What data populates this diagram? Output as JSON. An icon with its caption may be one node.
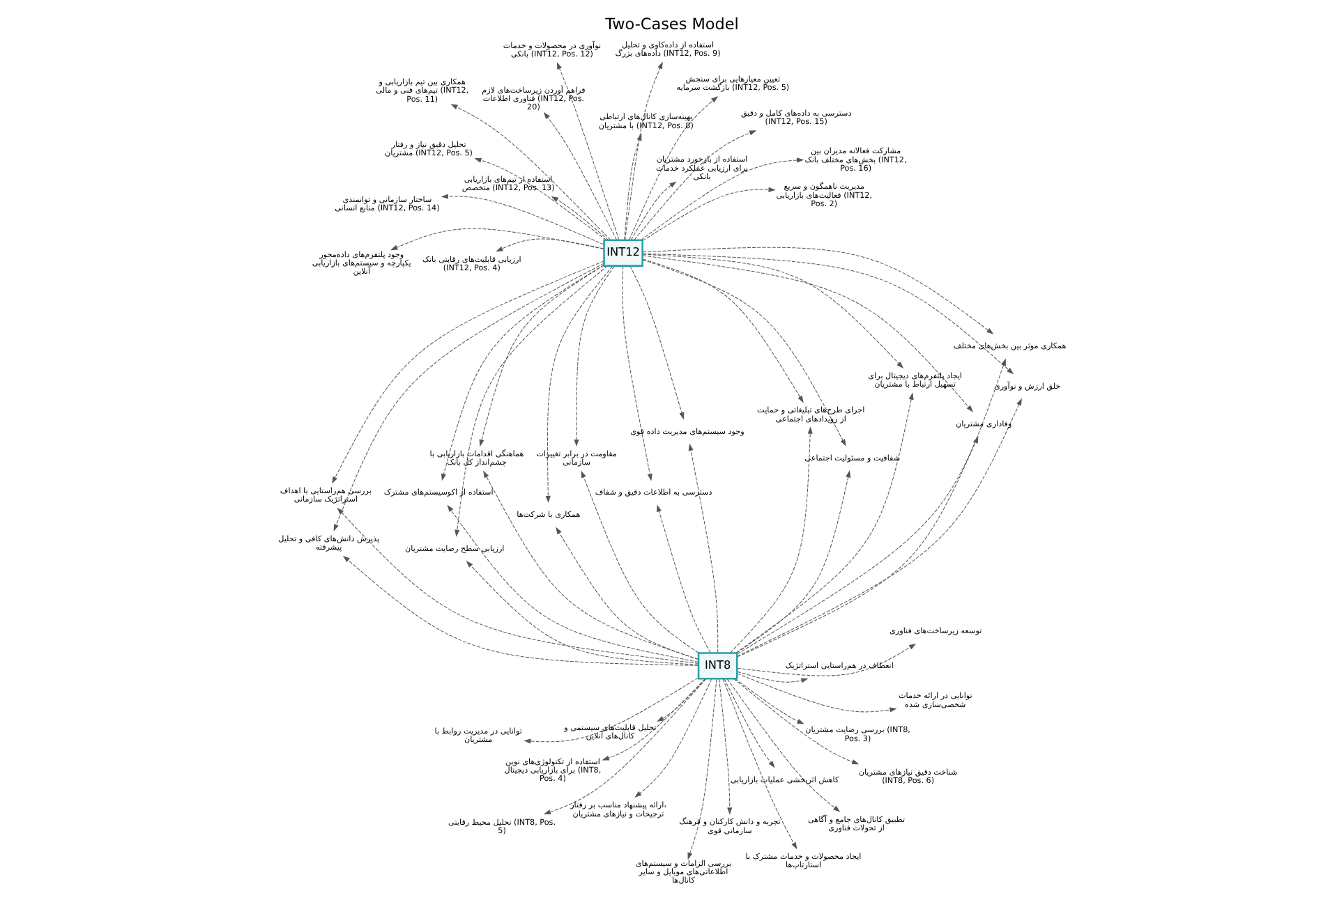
{
  "diagram": {
    "title": "Two-Cases Model",
    "nodes": [
      {
        "text": [
          "INT8"
        ]
      },
      {
        "text": [
          "INT12"
        ]
      },
      {
        "text": [
          "بررسی الزامات و سیستم‌های اطلاعاتی‌های موبایل و سایر کانال‌ها"
        ]
      },
      {
        "text": [
          "تحلیل قابلیت‌های سیستمی و کانال‌های آنلاین"
        ]
      },
      {
        "text": [
          "بررسی رضایت مشتریان (INT8, Pos. 3)"
        ]
      },
      {
        "text": [
          "استفاده از تکنولوژی‌های نوین برای بازاریابی دیجیتال (INT8, Pos. 4)"
        ]
      },
      {
        "text": [
          "تحلیل محیط رقابتی (INT8, Pos. 5)"
        ]
      },
      {
        "text": [
          "شناخت دقیق نیازهای مشتریان (INT8, Pos. 6)"
        ]
      },
      {
        "text": [
          "ارائه پیشنهاد مناسب بر رفتار، ترجیحات و نیازهای مشتریان"
        ]
      },
      {
        "text": [
          "ایجاد محصولات و خدمات مشترک با استارتاپ‌ها"
        ]
      },
      {
        "text": [
          "تجربه و دانش کارکنان و فرهنگ سازمانی قوی"
        ]
      },
      {
        "text": [
          "توانایی در مدیریت روابط با مشتریان"
        ]
      },
      {
        "text": [
          "توانایی در ارائه خدمات شخصی‌سازی شده"
        ]
      },
      {
        "text": [
          "توسعه زیرساخت‌های فناوری"
        ]
      },
      {
        "text": [
          "انعطاف در هم‌راستایی استراتژیک"
        ]
      },
      {
        "text": [
          "کاهش اثربخشی عملیات بازاریابی"
        ]
      },
      {
        "text": [
          "تطبیق کانال‌های جامع و آگاهی از تحولات فناوری"
        ]
      },
      {
        "text": [
          "هماهنگی اقدامات بازاریابی با چشم‌انداز کل بانک"
        ]
      },
      {
        "text": [
          "بررسی هم‌راستایی با اهداف استراتژیک سازمانی"
        ]
      },
      {
        "text": [
          "استفاده از اکوسیستم‌های مشترک"
        ]
      },
      {
        "text": [
          "همکاری با شرکت‌ها"
        ]
      },
      {
        "text": [
          "پذیرش دانش‌های کافی و تحلیل پیشرفته"
        ]
      },
      {
        "text": [
          "ایجاد پلتفرم‌های دیجیتال برای تسهیل ارتباط با مشتریان"
        ]
      },
      {
        "text": [
          "همکاری موثر بین بخش‌های مختلف"
        ]
      },
      {
        "text": [
          "وجود سیستم‌های مدیریت داده قوی"
        ]
      },
      {
        "text": [
          "دسترسی به اطلاعات دقیق و شفاف"
        ]
      },
      {
        "text": [
          "خلق ارزش و نوآوری"
        ]
      },
      {
        "text": [
          "مقاومت در برابر تغییرات سازمانی"
        ]
      },
      {
        "text": [
          "ارزیابی سطح رضایت مشتریان"
        ]
      },
      {
        "text": [
          "وفاداری مشتریان"
        ]
      },
      {
        "text": [
          "اجرای طرح‌های تبلیغاتی و حمایت از رویدادهای اجتماعی"
        ]
      },
      {
        "text": [
          "شفافیت و مسئولیت اجتماعی"
        ]
      },
      {
        "text": [
          "ارزیابی قابلیت‌های رقابتی بانک (INT12, Pos. 4)"
        ]
      },
      {
        "text": [
          "فراهم آوردن زیرساخت‌های لازم فناوری اطلاعات (INT12, Pos. 20)"
        ]
      },
      {
        "text": [
          "تعیین معیارهایی برای سنجش بازگشت سرمایه (INT12, Pos. 5)"
        ]
      },
      {
        "text": [
          "استفاده از بازخورد مشتریان برای ارزیابی عملکرد خدمات بانکی"
        ]
      },
      {
        "text": [
          "بهینه‌سازی کانال‌های ارتباطی با مشتریان (INT12, Pos. 8)"
        ]
      },
      {
        "text": [
          "استفاده از داده‌کاوی و تحلیل داده‌های بزرگ (INT12, Pos. 9)"
        ]
      },
      {
        "text": [
          "تحلیل دقیق نیاز و رفتار مشتریان (INT12, Pos. 5)"
        ]
      },
      {
        "text": [
          "ساختار سازمانی و توانمندی منابع انسانی (INT12, Pos. 14)"
        ]
      },
      {
        "text": [
          "نوآوری در محصولات و خدمات بانکی (INT12, Pos. 12)"
        ]
      },
      {
        "text": [
          "همکاری بین تیم بازاریابی و تیم‌های فنی و مالی (INT12, Pos. 11)"
        ]
      },
      {
        "text": [
          "استفاده از تیم‌های بازاریابی متخصص (INT12, Pos. 13)"
        ]
      },
      {
        "text": [
          "دسترسی به داده‌های کامل و دقیق (INT12, Pos. 15)"
        ]
      },
      {
        "text": [
          "مشارکت فعالانه مدیران بین بخش‌های مختلف بانک (INT12, Pos. 16)"
        ]
      },
      {
        "text": [
          "وجود پلتفرم‌های داده‌محور یکپارچه و سیستم‌های بازاریابی آنلاین"
        ]
      },
      {
        "text": [
          "مدیریت ناهمگون و سریع فعالیت‌های بازاریابی (INT12, Pos. 2)"
        ]
      }
    ],
    "edges": [
      {
        "from": 0,
        "to": 2,
        "arrow": "to",
        "style": "dashed"
      },
      {
        "from": 0,
        "to": 3,
        "arrow": "to",
        "style": "dashed"
      },
      {
        "from": 0,
        "to": 4,
        "arrow": "to",
        "style": "dashed"
      },
      {
        "from": 0,
        "to": 5,
        "arrow": "to",
        "style": "dashed"
      },
      {
        "from": 0,
        "to": 6,
        "arrow": "to",
        "style": "dashed"
      },
      {
        "from": 0,
        "to": 7,
        "arrow": "to",
        "style": "dashed"
      },
      {
        "from": 0,
        "to": 8,
        "arrow": "to",
        "style": "dashed"
      },
      {
        "from": 0,
        "to": 9,
        "arrow": "to",
        "style": "dashed"
      },
      {
        "from": 0,
        "to": 10,
        "arrow": "to",
        "style": "dashed"
      },
      {
        "from": 0,
        "to": 11,
        "arrow": "to",
        "style": "dashed"
      },
      {
        "from": 0,
        "to": 12,
        "arrow": "to",
        "style": "dashed"
      },
      {
        "from": 0,
        "to": 13,
        "arrow": "to",
        "style": "dashed"
      },
      {
        "from": 0,
        "to": 14,
        "arrow": "to",
        "style": "dashed"
      },
      {
        "from": 0,
        "to": 15,
        "arrow": "to",
        "style": "dashed"
      },
      {
        "from": 0,
        "to": 16,
        "arrow": "to",
        "style": "dashed"
      },
      {
        "from": 0,
        "to": 17,
        "arrow": "to",
        "style": "dashed"
      },
      {
        "from": 0,
        "to": 18,
        "arrow": "to",
        "style": "dashed"
      },
      {
        "from": 0,
        "to": 19,
        "arrow": "to",
        "style": "dashed"
      },
      {
        "from": 0,
        "to": 20,
        "arrow": "to",
        "style": "dashed"
      },
      {
        "from": 0,
        "to": 21,
        "arrow": "to",
        "style": "dashed"
      },
      {
        "from": 0,
        "to": 22,
        "arrow": "to",
        "style": "dashed"
      },
      {
        "from": 0,
        "to": 23,
        "arrow": "to",
        "style": "dashed"
      },
      {
        "from": 0,
        "to": 24,
        "arrow": "to",
        "style": "dashed"
      },
      {
        "from": 0,
        "to": 25,
        "arrow": "to",
        "style": "dashed"
      },
      {
        "from": 0,
        "to": 26,
        "arrow": "to",
        "style": "dashed"
      },
      {
        "from": 0,
        "to": 27,
        "arrow": "to",
        "style": "dashed"
      },
      {
        "from": 0,
        "to": 28,
        "arrow": "to",
        "style": "dashed"
      },
      {
        "from": 0,
        "to": 29,
        "arrow": "to",
        "style": "dashed"
      },
      {
        "from": 0,
        "to": 30,
        "arrow": "to",
        "style": "dashed"
      },
      {
        "from": 0,
        "to": 31,
        "arrow": "to",
        "style": "dashed"
      },
      {
        "from": 1,
        "to": 17,
        "arrow": "to",
        "style": "dashed"
      },
      {
        "from": 1,
        "to": 18,
        "arrow": "to",
        "style": "dashed"
      },
      {
        "from": 1,
        "to": 19,
        "arrow": "to",
        "style": "dashed"
      },
      {
        "from": 1,
        "to": 20,
        "arrow": "to",
        "style": "dashed"
      },
      {
        "from": 1,
        "to": 21,
        "arrow": "to",
        "style": "dashed"
      },
      {
        "from": 1,
        "to": 22,
        "arrow": "to",
        "style": "dashed"
      },
      {
        "from": 1,
        "to": 23,
        "arrow": "to",
        "style": "dashed"
      },
      {
        "from": 1,
        "to": 24,
        "arrow": "to",
        "style": "dashed"
      },
      {
        "from": 1,
        "to": 25,
        "arrow": "to",
        "style": "dashed"
      },
      {
        "from": 1,
        "to": 26,
        "arrow": "to",
        "style": "dashed"
      },
      {
        "from": 1,
        "to": 27,
        "arrow": "to",
        "style": "dashed"
      },
      {
        "from": 1,
        "to": 28,
        "arrow": "to",
        "style": "dashed"
      },
      {
        "from": 1,
        "to": 29,
        "arrow": "to",
        "style": "dashed"
      },
      {
        "from": 1,
        "to": 30,
        "arrow": "to",
        "style": "dashed"
      },
      {
        "from": 1,
        "to": 31,
        "arrow": "to",
        "style": "dashed"
      },
      {
        "from": 1,
        "to": 32,
        "arrow": "to",
        "style": "dashed"
      },
      {
        "from": 1,
        "to": 33,
        "arrow": "to",
        "style": "dashed"
      },
      {
        "from": 1,
        "to": 34,
        "arrow": "to",
        "style": "dashed"
      },
      {
        "from": 1,
        "to": 35,
        "arrow": "to",
        "style": "dashed"
      },
      {
        "from": 1,
        "to": 36,
        "arrow": "to",
        "style": "dashed"
      },
      {
        "from": 1,
        "to": 37,
        "arrow": "to",
        "style": "dashed"
      },
      {
        "from": 1,
        "to": 38,
        "arrow": "to",
        "style": "dashed"
      },
      {
        "from": 1,
        "to": 39,
        "arrow": "to",
        "style": "dashed"
      },
      {
        "from": 1,
        "to": 40,
        "arrow": "to",
        "style": "dashed"
      },
      {
        "from": 1,
        "to": 41,
        "arrow": "to",
        "style": "dashed"
      },
      {
        "from": 1,
        "to": 42,
        "arrow": "to",
        "style": "dashed"
      },
      {
        "from": 1,
        "to": 43,
        "arrow": "to",
        "style": "dashed"
      },
      {
        "from": 1,
        "to": 44,
        "arrow": "to",
        "style": "dashed"
      },
      {
        "from": 1,
        "to": 45,
        "arrow": "to",
        "style": "dashed"
      },
      {
        "from": 1,
        "to": 46,
        "arrow": "to",
        "style": "dashed"
      }
    ]
  }
}
